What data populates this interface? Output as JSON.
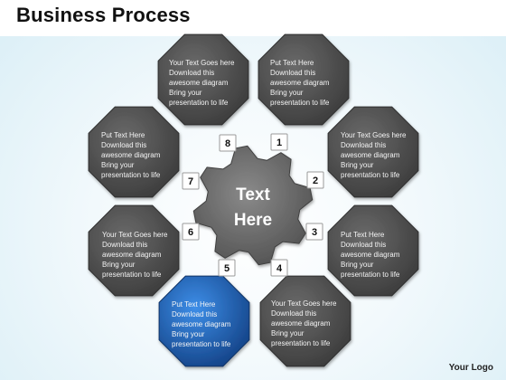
{
  "header": {
    "title": "Business Process"
  },
  "footer": {
    "logo": "Your Logo"
  },
  "center": {
    "lines": [
      "Text",
      "Here"
    ]
  },
  "colors": {
    "panel": "#4a4a4a",
    "highlight": "#1f63b8",
    "hub": "#6b6b6b",
    "background": "#d9eef6"
  },
  "nodes": [
    {
      "number": "1",
      "lines": [
        "Put Text Here",
        "Download this",
        "awesome diagram",
        "Bring your",
        "presentation to life"
      ],
      "highlight": false
    },
    {
      "number": "2",
      "lines": [
        "Your Text Goes here",
        "Download this",
        "awesome diagram",
        "Bring your",
        "presentation to life"
      ],
      "highlight": false
    },
    {
      "number": "3",
      "lines": [
        "Put Text Here",
        "Download this",
        "awesome diagram",
        "Bring your",
        "presentation to life"
      ],
      "highlight": false
    },
    {
      "number": "4",
      "lines": [
        "Your Text Goes here",
        "Download this",
        "awesome diagram",
        "Bring your",
        "presentation to life"
      ],
      "highlight": false
    },
    {
      "number": "5",
      "lines": [
        "Put Text Here",
        "Download this",
        "awesome diagram",
        "Bring your",
        "presentation to life"
      ],
      "highlight": true
    },
    {
      "number": "6",
      "lines": [
        "Your Text Goes here",
        "Download this",
        "awesome diagram",
        "Bring your",
        "presentation to life"
      ],
      "highlight": false
    },
    {
      "number": "7",
      "lines": [
        "Put Text Here",
        "Download this",
        "awesome diagram",
        "Bring your",
        "presentation to life"
      ],
      "highlight": false
    },
    {
      "number": "8",
      "lines": [
        "Your Text Goes here",
        "Download this",
        "awesome diagram",
        "Bring your",
        "presentation to life"
      ],
      "highlight": false
    }
  ]
}
